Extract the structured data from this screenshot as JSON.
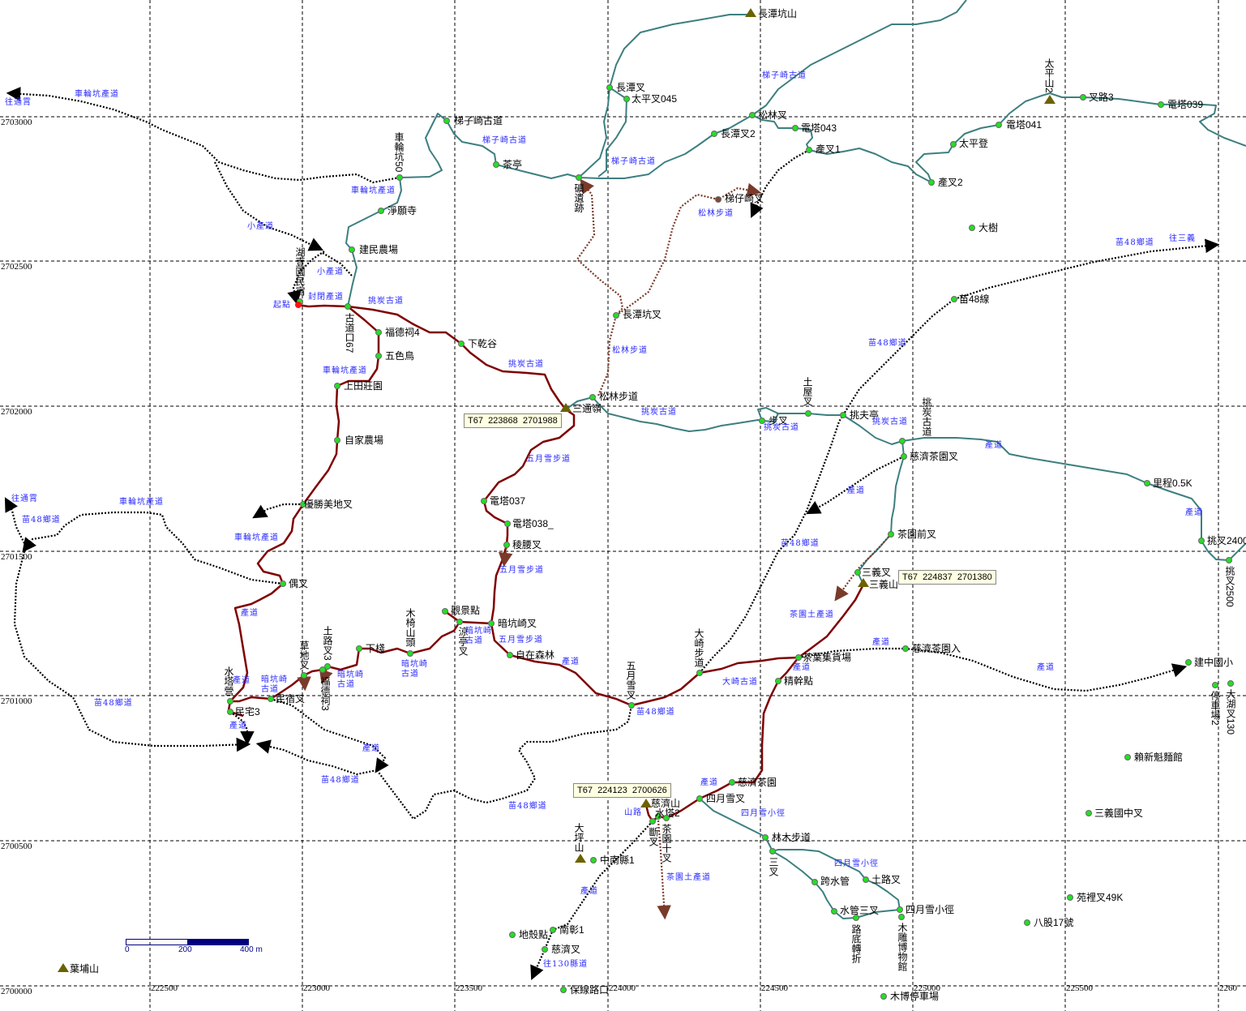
{
  "grid": {
    "eastings": [
      "222500",
      "223000",
      "223500",
      "224000",
      "224500",
      "225000",
      "225500",
      "2260"
    ],
    "northings": [
      "2703000",
      "2702500",
      "2702000",
      "2701500",
      "2701000",
      "2700500",
      "2700000"
    ]
  },
  "start_label": "起點",
  "waypoints": [
    "長潭坑山",
    "長潭叉",
    "太平叉045",
    "松林叉",
    "電塔043",
    "長潭叉2",
    "產叉1",
    "梯子崎古道",
    "茶亭",
    "車輪坑50",
    "淨願寺",
    "建民農場",
    "湖壹園民宿",
    "古道口67",
    "福德祠4",
    "五色鳥",
    "下乾谷",
    "上田莊園",
    "自家農場",
    "優勝美地叉",
    "偶叉",
    "水塔營",
    "民宅3",
    "民宿叉",
    "草地叉",
    "土路叉3",
    "福德祠3",
    "下棧",
    "木椅山頭",
    "觀景點",
    "涼亭叉",
    "暗坑崎叉",
    "自在森林",
    "電塔037",
    "電塔038_",
    "稜腰叉",
    "梯仔崎叉",
    "長潭坑叉",
    "松林步道",
    "三通嶺",
    "礦遺跡",
    "大樹",
    "太平登",
    "電塔041",
    "太平山2",
    "叉路3",
    "電塔039",
    "產叉2",
    "苗48線",
    "步叉",
    "土屋叉",
    "挑夫亭",
    "挑炭古道",
    "慈濟茶園叉",
    "里程0.5K",
    "挑叉2400",
    "挑叉2500",
    "茶園前叉",
    "三義叉",
    "三義山",
    "慈濟茶園入",
    "茶葉集貨場",
    "精幹點",
    "大崎步道",
    "五月雪叉",
    "建中國小",
    "停車場2",
    "大湖叉130",
    "賴新魁麵館",
    "三義國中叉",
    "慈濟茶園",
    "四月雪叉",
    "慈濟山",
    "水塔2",
    "茶園十叉",
    "斷叉",
    "林木步道",
    "三叉",
    "跨水管",
    "土路叉",
    "水管三叉",
    "四月雪小徑",
    "路底轉折",
    "木雕博物館",
    "大坪山",
    "中南縣1",
    "南彰1",
    "地殼點",
    "慈濟叉",
    "保線路口",
    "木博停車場",
    "苑裡叉49K",
    "八股17號",
    "葉埔山"
  ],
  "trail_labels": [
    "往通霄",
    "車輪坑產道",
    "小產道",
    "車輪坑產道",
    "小產道",
    "封閉產道",
    "挑炭古道",
    "梯子崎古道",
    "梯子崎古道",
    "梯子崎古道",
    "松林步道",
    "松林步道",
    "挑炭古道",
    "車輪坑產道",
    "挑炭古道",
    "挑炭古道",
    "挑炭古道",
    "產道",
    "苗48鄉道",
    "往三義",
    "苗48鄉道",
    "五月雪步道",
    "產道",
    "產道",
    "苗48鄉道",
    "五月雪步道",
    "往通霄",
    "苗48鄉道",
    "車輪坑產道",
    "車輪坑產道",
    "產道",
    "暗坑崎古道",
    "產道",
    "暗坑崎古道",
    "暗坑崎古道",
    "暗坑崎古道",
    "五月雪步道",
    "產道",
    "苗48鄉道",
    "大崎古道",
    "茶園土產道",
    "產道",
    "產道",
    "產道",
    "苗48鄉道",
    "產道",
    "產道",
    "苗48鄉道",
    "苗48鄉道",
    "產道",
    "四月雪小徑",
    "山路",
    "四月雪小徑",
    "茶園土產道",
    "產道",
    "往130縣道"
  ],
  "info_boxes": [
    "T67  223868  2701988",
    "T67  224837  2701380",
    "T67  224123  2700626"
  ],
  "scale": {
    "labels": [
      "0",
      "200",
      "400 m"
    ]
  },
  "colors": {
    "trail_teal": "#3d7f80",
    "route_red": "#7f0000",
    "path_dotted": "#000000",
    "path_brown": "#7a3a2a",
    "label_blue": "#2a2aff"
  }
}
